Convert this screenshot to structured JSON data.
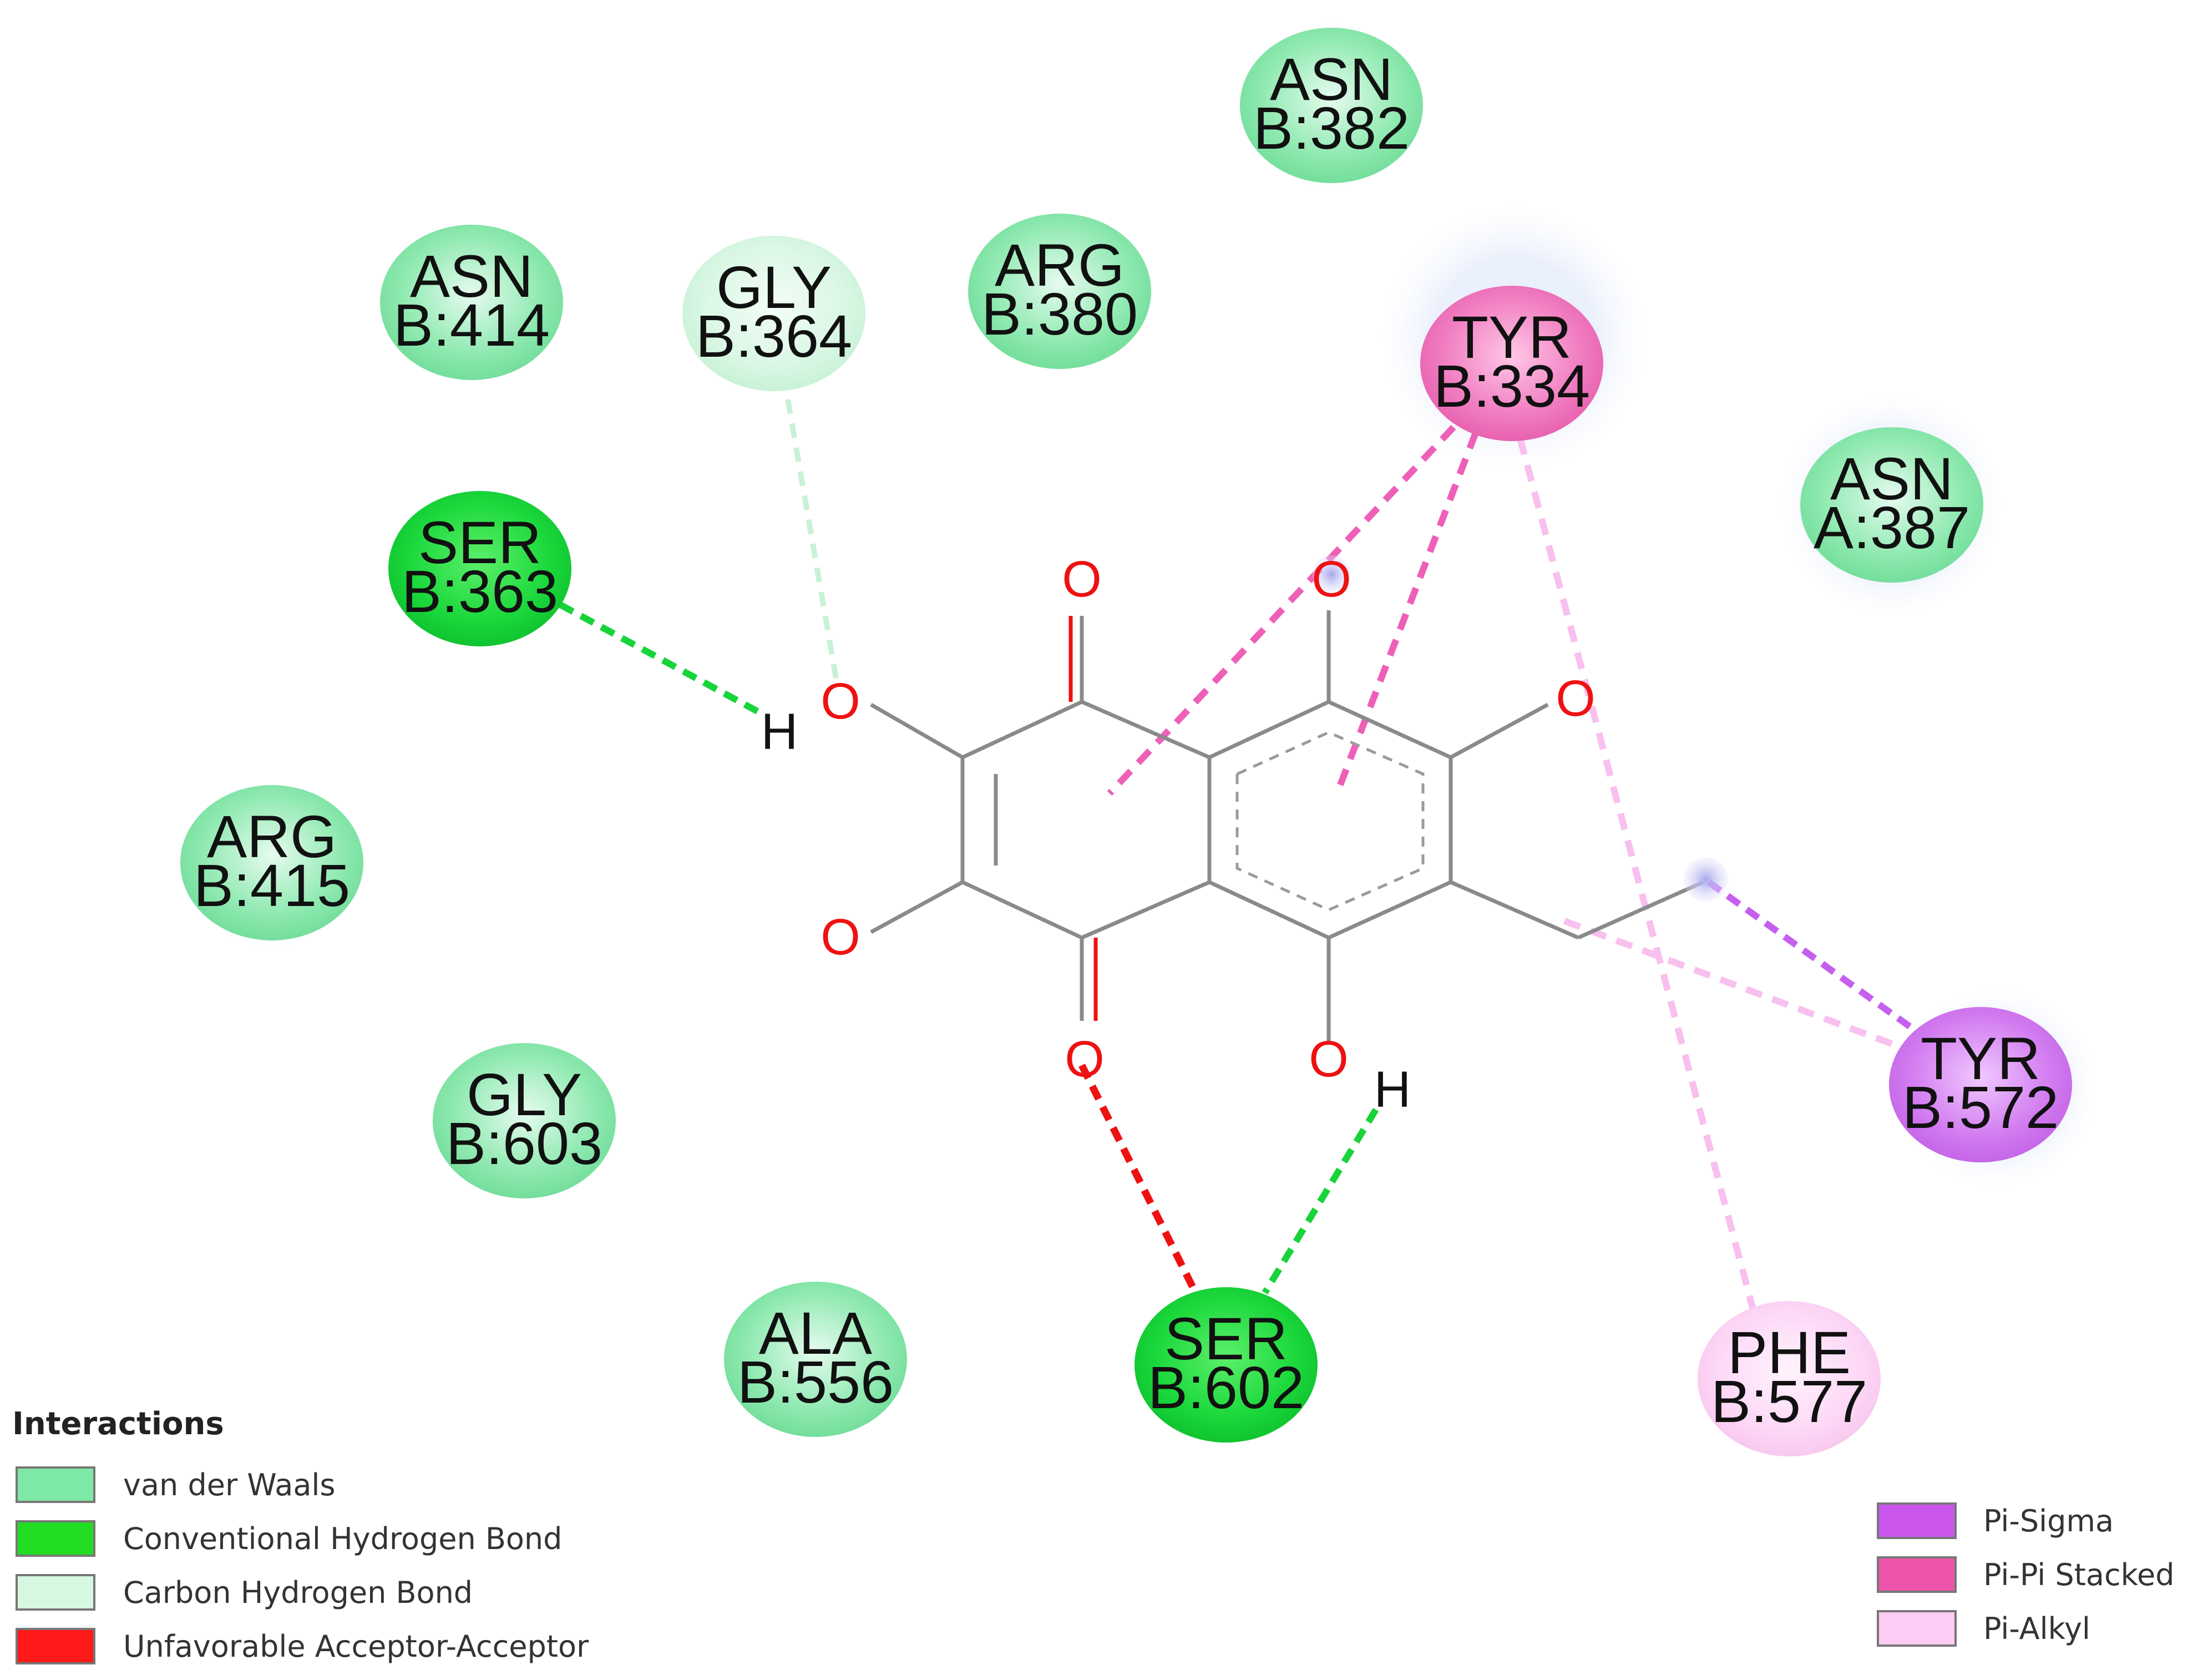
{
  "residues": [
    {
      "name": "ASN",
      "label": "B:382",
      "type": "van-der-waals"
    },
    {
      "name": "ASN",
      "label": "B:414",
      "type": "van-der-waals"
    },
    {
      "name": "GLY",
      "label": "B:364",
      "type": "carbon-hydrogen-bond"
    },
    {
      "name": "ARG",
      "label": "B:380",
      "type": "van-der-waals"
    },
    {
      "name": "TYR",
      "label": "B:334",
      "type": "pi-pi-stacked"
    },
    {
      "name": "ASN",
      "label": "A:387",
      "type": "van-der-waals"
    },
    {
      "name": "SER",
      "label": "B:363",
      "type": "conventional-hydrogen-bond"
    },
    {
      "name": "ARG",
      "label": "B:415",
      "type": "van-der-waals"
    },
    {
      "name": "GLY",
      "label": "B:603",
      "type": "van-der-waals"
    },
    {
      "name": "ALA",
      "label": "B:556",
      "type": "van-der-waals"
    },
    {
      "name": "SER",
      "label": "B:602",
      "type": "conventional-hydrogen-bond"
    },
    {
      "name": "TYR",
      "label": "B:572",
      "type": "pi-sigma"
    },
    {
      "name": "PHE",
      "label": "B:577",
      "type": "pi-alkyl"
    }
  ],
  "atoms": {
    "oxygen": "O",
    "hydrogen": "H"
  },
  "legend": {
    "title": "Interactions",
    "left": [
      {
        "label": "van der Waals",
        "color": "#7ee8a6"
      },
      {
        "label": "Conventional Hydrogen Bond",
        "color": "#22dd22"
      },
      {
        "label": "Carbon Hydrogen Bond",
        "color": "#d6f7e0"
      },
      {
        "label": "Unfavorable Acceptor-Acceptor",
        "color": "#ff1a1a"
      }
    ],
    "right": [
      {
        "label": "Pi-Sigma",
        "color": "#cc55ee"
      },
      {
        "label": "Pi-Pi Stacked",
        "color": "#ee55aa"
      },
      {
        "label": "Pi-Alkyl",
        "color": "#ffccf5"
      }
    ]
  },
  "colors": {
    "van-der-waals": "#7ee8a6",
    "conventional-hydrogen-bond": "#18d43a",
    "carbon-hydrogen-bond": "#d8f7e2",
    "pi-pi-stacked": "#ee66b8",
    "pi-sigma": "#cc70ee",
    "pi-alkyl": "#fcd2f4",
    "unfavorable": "#ee1111",
    "oxygen": "#ee1111",
    "bond": "#888888"
  }
}
